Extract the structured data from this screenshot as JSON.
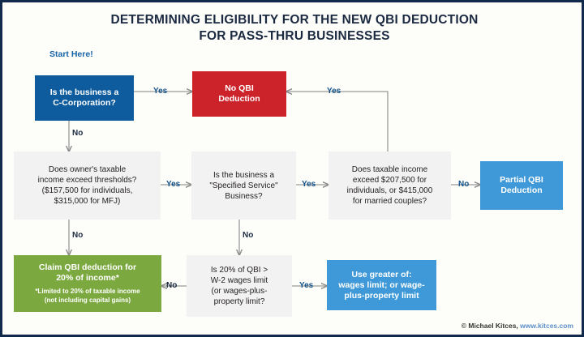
{
  "title": {
    "line1": "DETERMINING ELIGIBILITY FOR THE NEW QBI DEDUCTION",
    "line2": "FOR PASS-THRU BUSINESSES"
  },
  "start_label": "Start Here!",
  "colors": {
    "frame": "#13294b",
    "dark_blue": "#0e5c9e",
    "red": "#cc2229",
    "light_blue": "#3f99d8",
    "green": "#7ba93f",
    "gray": "#f2f2f2",
    "label_blue": "#15558c",
    "link_blue": "#5b8fc9"
  },
  "nodes": {
    "c_corp": {
      "line1": "Is the business a",
      "line2": "C-Corporation?"
    },
    "no_qbi": {
      "line1": "No QBI",
      "line2": "Deduction"
    },
    "thresholds": {
      "line1": "Does owner's taxable",
      "line2": "income exceed thresholds?",
      "line3": "($157,500 for individuals,",
      "line4": "$315,000 for MFJ)"
    },
    "specified_service": {
      "line1": "Is the business a",
      "line2": "\"Specified Service\"",
      "line3": "Business?"
    },
    "taxable_income_upper": {
      "line1": "Does taxable income",
      "line2": "exceed $207,500 for",
      "line3": "individuals, or $415,000",
      "line4": "for married couples?"
    },
    "partial_qbi": {
      "line1": "Partial QBI",
      "line2": "Deduction"
    },
    "claim_qbi": {
      "line1": "Claim QBI deduction for",
      "line2": "20% of income*",
      "footnote1": "*Limited to 20% of taxable income",
      "footnote2": "(not including capital gains)"
    },
    "wages_limit_test": {
      "line1": "Is 20% of QBI >",
      "line2": "W-2 wages limit",
      "line3": "(or wages-plus-",
      "line4": "property limit?"
    },
    "use_greater": {
      "line1": "Use greater of:",
      "line2": "wages limit; or wage-",
      "line3": "plus-property limit"
    }
  },
  "edges": {
    "c_corp_yes": "Yes",
    "c_corp_no": "No",
    "thresholds_yes": "Yes",
    "thresholds_no": "No",
    "specified_service_yes": "Yes",
    "specified_service_no": "No",
    "upper_income_no": "No",
    "upper_income_yes": "Yes",
    "wages_test_no": "No",
    "wages_test_yes": "Yes"
  },
  "credit": {
    "copyright": "© Michael Kitces,",
    "url": "www.kitces.com"
  }
}
